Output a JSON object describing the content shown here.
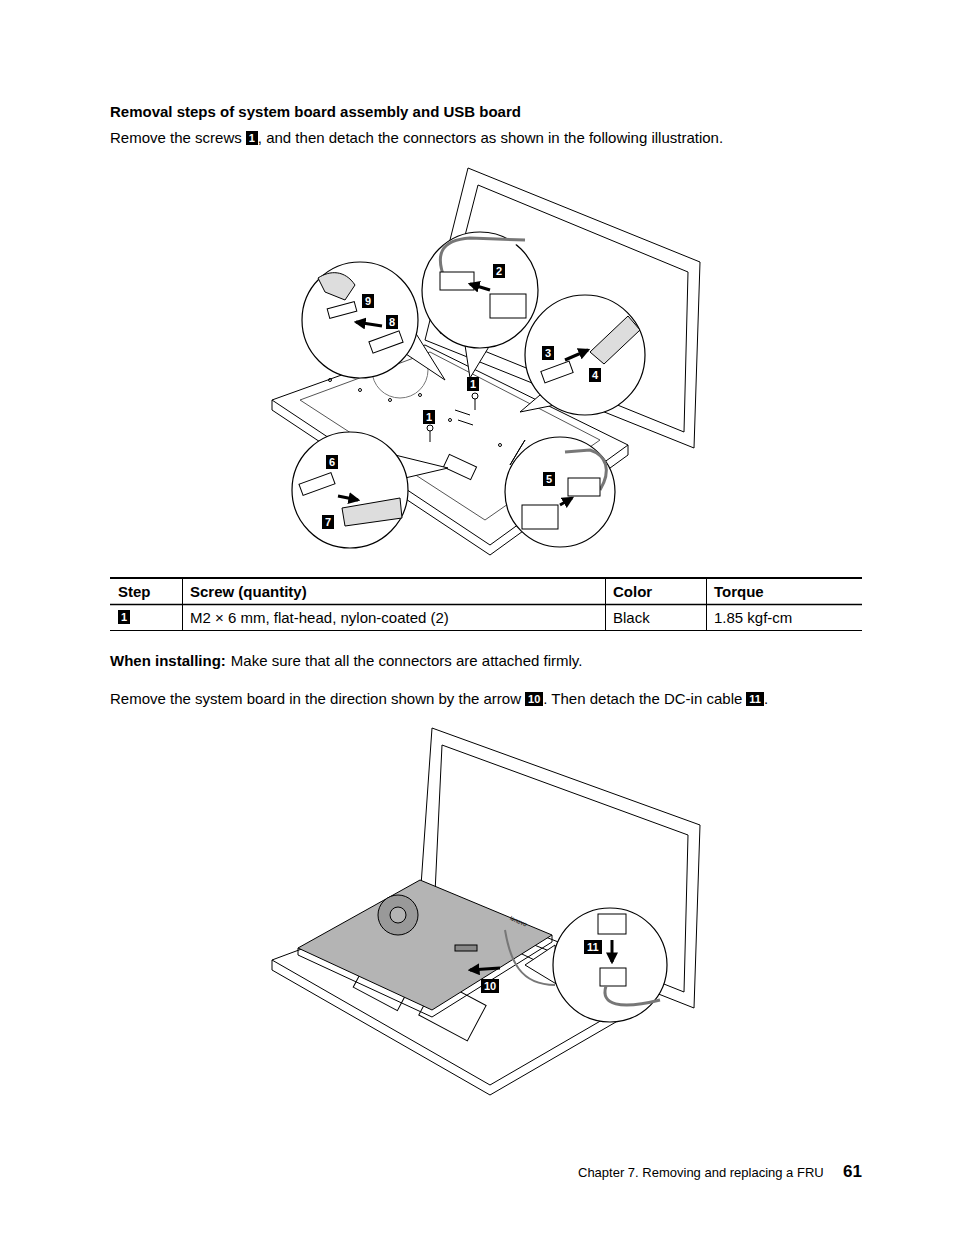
{
  "diagram": {
    "title": "Removal steps of system board assembly and USB board",
    "labels": [
      "Remove the screws",
      "1",
      ", and then detach the connectors as shown in the following illustration.",
      "9",
      "8",
      "2",
      "1",
      "3",
      "4",
      "1",
      "6",
      "5",
      "7",
      "Step",
      "Screw (quantity)",
      "Color",
      "Torque",
      "1",
      "M2 × 6 mm, flat-head, nylon-coated (2)",
      "Black",
      "1.85 kgf-cm",
      "When installing:",
      "Make sure that all the connectors are attached firmly.",
      "Remove the system board in the direction shown by the arrow",
      "10",
      ". Then detach the DC-in cable",
      "11",
      ".",
      "11",
      "10",
      "lenovo",
      "Chapter 7. Removing and replacing a FRU",
      "61"
    ]
  }
}
